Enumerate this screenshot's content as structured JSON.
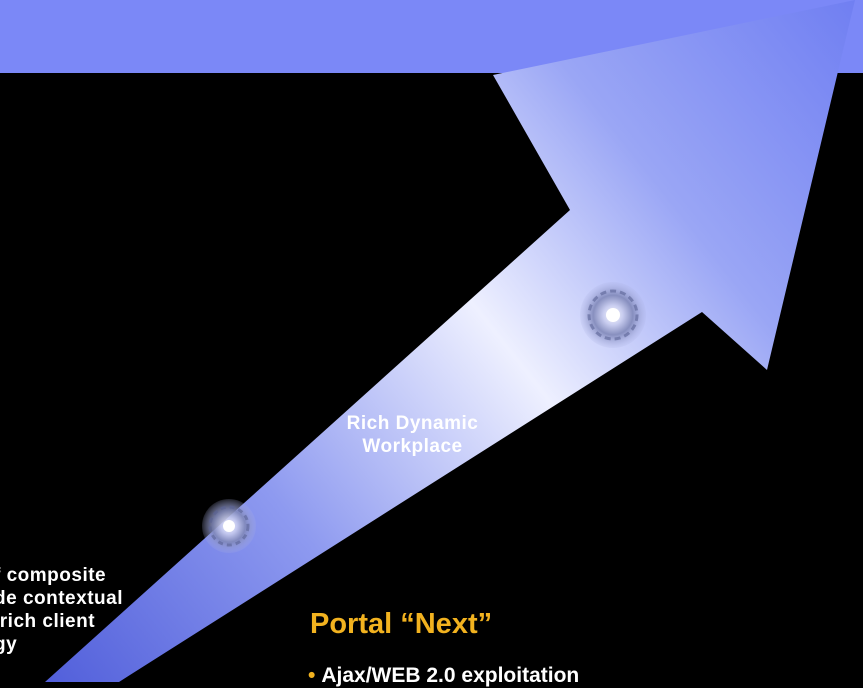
{
  "slide": {
    "milestone_label_line1": "Rich Dynamic",
    "milestone_label_line2": "Workplace",
    "cut_text_lines": [
      "f composite",
      "de contextual",
      " rich client",
      "gy"
    ],
    "portal_heading": "Portal “Next”",
    "bullet_marker": "•",
    "bullet_text": "Ajax/WEB 2.0 exploitation"
  },
  "colors": {
    "background": "#000000",
    "banner": "#7b88f7",
    "heading": "#f2b21f",
    "text": "#ffffff"
  },
  "icons": [
    "milestone-orb-icon",
    "milestone-orb-icon"
  ]
}
